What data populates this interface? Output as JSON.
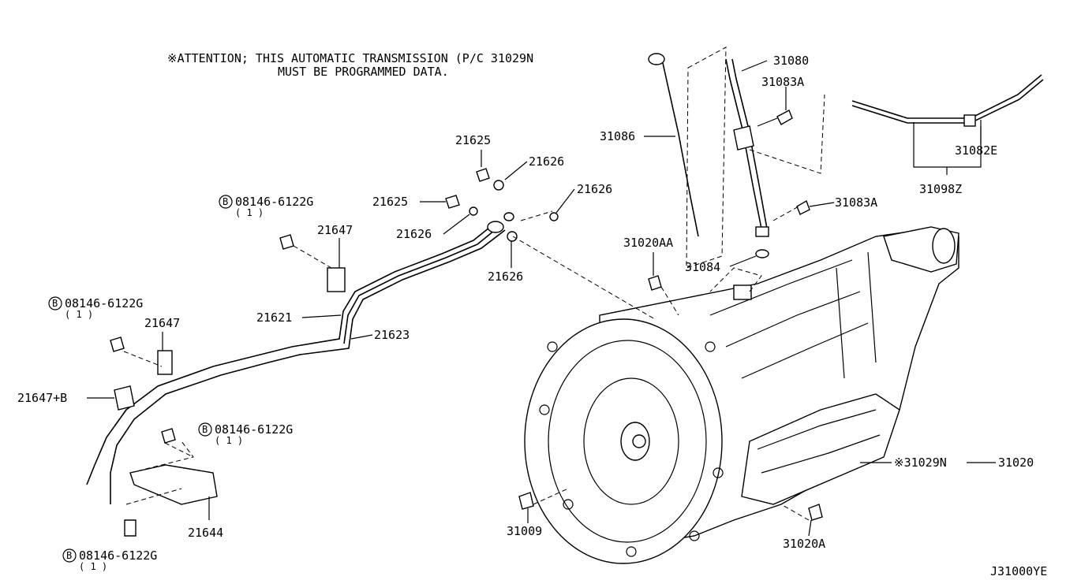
{
  "notice": {
    "line1": "※ATTENTION; THIS AUTOMATIC TRANSMISSION (P/C  31029N",
    "line2": "MUST BE PROGRAMMED DATA."
  },
  "callouts": [
    {
      "id": "c-31080",
      "text": "31080"
    },
    {
      "id": "c-31083a-top",
      "text": "31083A"
    },
    {
      "id": "c-31086",
      "text": "31086"
    },
    {
      "id": "c-31082e",
      "text": "31082E"
    },
    {
      "id": "c-31098z",
      "text": "31098Z"
    },
    {
      "id": "c-31083a-mid",
      "text": "31083A"
    },
    {
      "id": "c-31020aa",
      "text": "31020AA"
    },
    {
      "id": "c-31084",
      "text": "31084"
    },
    {
      "id": "c-21625-top",
      "text": "21625"
    },
    {
      "id": "c-21626-a",
      "text": "21626"
    },
    {
      "id": "c-21626-b",
      "text": "21626"
    },
    {
      "id": "c-21625-mid",
      "text": "21625"
    },
    {
      "id": "c-21626-c",
      "text": "21626"
    },
    {
      "id": "c-21626-d",
      "text": "21626"
    },
    {
      "id": "c-bolt-1",
      "text": "08146-6122G"
    },
    {
      "id": "c-21647-a",
      "text": "21647"
    },
    {
      "id": "c-bolt-2",
      "text": "08146-6122G"
    },
    {
      "id": "c-21647-b",
      "text": "21647"
    },
    {
      "id": "c-21621",
      "text": "21621"
    },
    {
      "id": "c-21623",
      "text": "21623"
    },
    {
      "id": "c-21647b",
      "text": "21647+B"
    },
    {
      "id": "c-bolt-3",
      "text": "08146-6122G"
    },
    {
      "id": "c-21644",
      "text": "21644"
    },
    {
      "id": "c-bolt-4",
      "text": "08146-6122G"
    },
    {
      "id": "c-31009",
      "text": "31009"
    },
    {
      "id": "c-31020a",
      "text": "31020A"
    },
    {
      "id": "c-31029n",
      "text": "※31029N"
    },
    {
      "id": "c-31020",
      "text": "31020"
    }
  ],
  "qty": "( 1 )",
  "bolt_marker": "B",
  "diagram_code": "J31000YE"
}
